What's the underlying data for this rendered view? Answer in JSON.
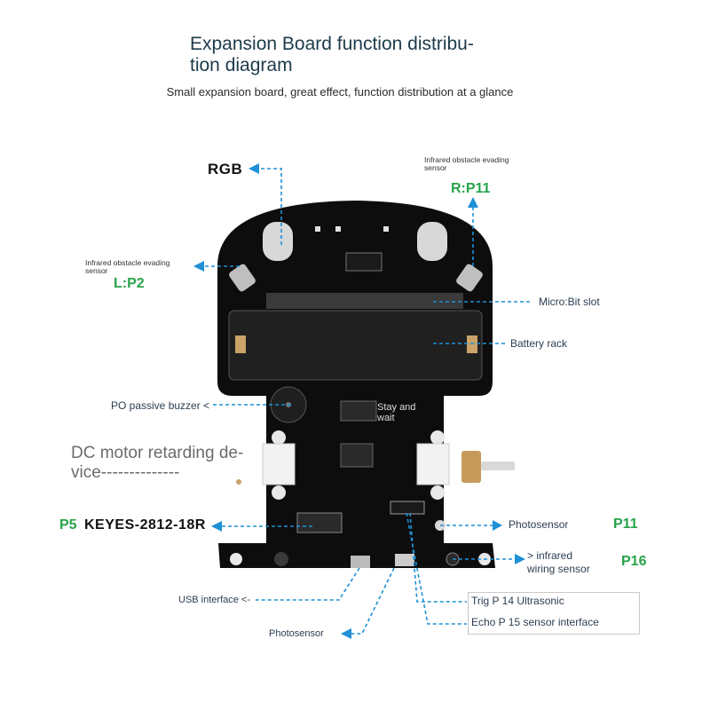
{
  "title": "Expansion Board function distribu-\ntion diagram",
  "subtitle": "Small expansion board, great effect, function distribution at a glance",
  "labels": {
    "rgb": "RGB",
    "ir_right_desc": "Infrared obstacle evading sensor",
    "ir_right_pin": "R:P11",
    "ir_left_desc": "Infrared obstacle evading sensor",
    "ir_left_pin": "L:P2",
    "microbit_slot": "Micro:Bit slot",
    "battery_rack": "Battery rack",
    "buzzer": "PO passive buzzer <",
    "stay_wait": "Stay and\nwait",
    "motor": "DC motor retarding de-\nvice--------------",
    "p5": "P5",
    "keyes": "KEYES-2812-18R",
    "photosensor_right": "Photosensor",
    "p11": "P11",
    "infrared_wiring": "> infrared\nwiring sensor",
    "p16": "P16",
    "usb": "USB interface <-",
    "trig": "Trig P 14 Ultrasonic",
    "echo": "Echo P 15 sensor interface",
    "photosensor_bottom": "Photosensor"
  },
  "colors": {
    "arrow": "#1e90d6",
    "green": "#27a34a",
    "pcb": "#0d0d0d"
  }
}
